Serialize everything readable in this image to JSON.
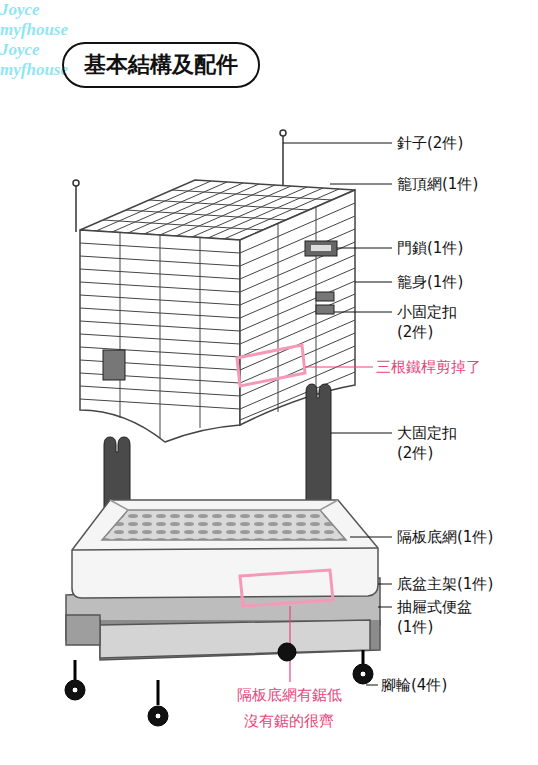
{
  "diagram": {
    "title": "基本結構及配件",
    "labels": [
      "針子(2件)",
      "籠頂網(1件)",
      "Joyce",
      "myfhouse",
      "門鎖(1件)",
      "籠身(1件)",
      "小固定扣 (2件)",
      "三根鐵桿剪掉了",
      "大固定扣 (2件)",
      "Joyce",
      "myfhouse",
      "隔板底網(1件)",
      "底盆主架(1件)",
      "抽屜式便盆 (1件)",
      "腳輪(4件)",
      "隔板底網有鋸低 沒有鋸的很齊"
    ]
  }
}
